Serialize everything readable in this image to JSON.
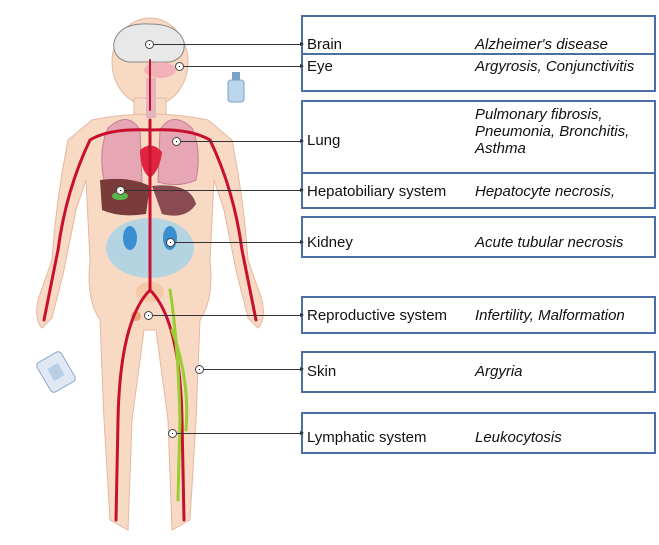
{
  "rows": [
    {
      "organ": "Brain",
      "disease": "Alzheimer's disease"
    },
    {
      "organ": "Eye",
      "disease": "Argyrosis, Conjunctivitis"
    },
    {
      "organ": "Lung",
      "disease": "Pulmonary fibrosis, Pneumonia, Bronchitis, Asthma"
    },
    {
      "organ": "Hepatobiliary system",
      "disease": "Hepatocyte necrosis,"
    },
    {
      "organ": "Kidney",
      "disease": "Acute tubular necrosis"
    },
    {
      "organ": "Reproductive system",
      "disease": "Infertility, Malformation"
    },
    {
      "organ": "Skin",
      "disease": "Argyria"
    },
    {
      "organ": "Lymphatic system",
      "disease": "Leukocytosis"
    }
  ],
  "colors": {
    "box_border": "#4a6fa5",
    "skin": "#f7d9c4",
    "artery": "#c8102e",
    "lymph": "#9acd32",
    "lung": "#e7a6b3",
    "liver": "#7a3b3b",
    "kidney_area": "#a9d2e8"
  }
}
